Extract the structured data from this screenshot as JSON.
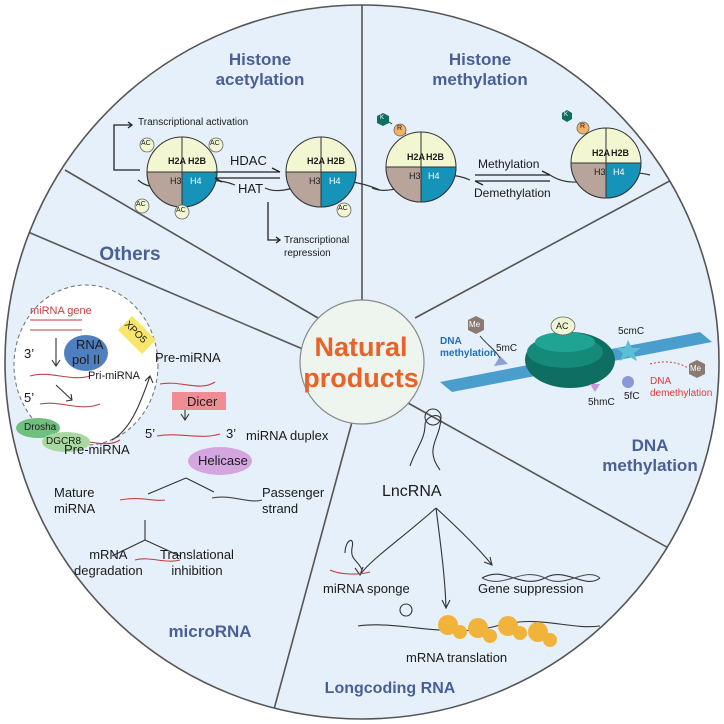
{
  "center": {
    "line1": "Natural",
    "line2": "products"
  },
  "sections": {
    "histone_acetylation": {
      "line1": "Histone",
      "line2": "acetylation"
    },
    "histone_methylation": {
      "line1": "Histone",
      "line2": "methylation"
    },
    "others": "Others",
    "dna_methylation": {
      "line1": "DNA",
      "line2": "methylation"
    },
    "longcoding_rna": "Longcoding RNA",
    "microrna": "microRNA"
  },
  "acetylation": {
    "activation": "Transcriptional activation",
    "repression_1": "Transcriptional",
    "repression_2": "repression",
    "hdac": "HDAC",
    "hat": "HAT",
    "ac": "AC",
    "h2a": "H2A",
    "h2b": "H2B",
    "h3": "H3",
    "h4": "H4"
  },
  "methylation": {
    "forward": "Methylation",
    "reverse": "Demethylation",
    "r": "R",
    "k": "K"
  },
  "dna": {
    "me": "Me",
    "dna_meth_1": "DNA",
    "dna_meth_2": "methylation",
    "mc5": "5mC",
    "ac": "AC",
    "cmc5": "5cmC",
    "hmc5": "5hmC",
    "fc5": "5fC",
    "demeth_1": "DNA",
    "demeth_2": "demethylation"
  },
  "lnc": {
    "lncrna": "LncRNA",
    "sponge": "miRNA sponge",
    "suppression": "Gene suppression",
    "translation": "mRNA translation"
  },
  "mirna": {
    "gene": "miRNA gene",
    "rna": "RNA",
    "pol": "pol II",
    "xpo5": "XPO5",
    "three_prime": "3’",
    "five_prime": "5’",
    "pri": "Pri-miRNA",
    "drosha": "Drosha",
    "dgcr8": "DGCR8",
    "pre": "Pre-miRNA",
    "pre2": "Pre-miRNA",
    "dicer": "Dicer",
    "five_prime_2": "5’",
    "three_prime_2": "3’",
    "duplex": "miRNA duplex",
    "helicase": "Helicase",
    "mature_1": "Mature",
    "mature_2": "miRNA",
    "passenger_1": "Passenger",
    "passenger_2": "strand",
    "degradation_1": "mRNA",
    "degradation_2": "degradation",
    "inhibition_1": "Translational",
    "inhibition_2": "inhibition"
  },
  "colors": {
    "background": "#e6f0fa",
    "border": "#555555",
    "title": "#4a5f96",
    "center_text": "#e8622a",
    "h2a": "#f2f7d2",
    "h2b": "#f2f7d2",
    "h3": "#b8a49a",
    "h4": "#1593b8",
    "dicer": "#f08c94",
    "xpo5": "#f7e66b",
    "polII": "#4f7fbf",
    "helicase": "#d4a6e0",
    "drosha": "#6fbf7f",
    "dgcr8": "#a8d8a0",
    "mRNA_ribosome": "#f2b33a",
    "nucleosome": "#0f6e62",
    "dna_strand": "#2e8fc4"
  }
}
